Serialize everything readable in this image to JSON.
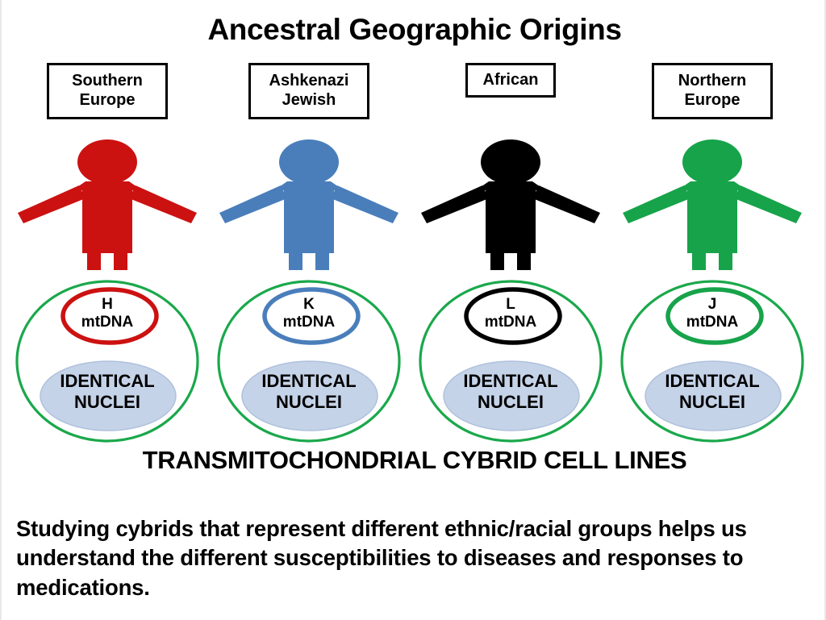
{
  "header": {
    "title": "Ancestral Geographic Origins"
  },
  "banner": {
    "text": "TRANSMITOCHONDRIAL CYBRID CELL LINES"
  },
  "caption": {
    "text": "Studying cybrids that represent different ethnic/racial groups helps us understand the different susceptibilities to diseases and responses to medications."
  },
  "colors": {
    "southern_europe": "#CC1111",
    "ashkenazi_jewish": "#4A7EBB",
    "african": "#000000",
    "northern_europe": "#17A34A",
    "cell_membrane": "#1AA84B",
    "nucleus_fill": "#C5D3E8",
    "nucleus_stroke": "#AFC1DC",
    "text": "#000000",
    "background": "#FFFFFF"
  },
  "columns": [
    {
      "origin_label": "Southern\nEurope",
      "origin_lines": 2,
      "figure_color": "#CC1111",
      "figure_name": "person-figure-southern-europe",
      "haplogroup": "H",
      "mtdna_label": "H\nmtDNA",
      "mtdna_stroke": "#CC1111",
      "nucleus_label": "IDENTICAL\nNUCLEI"
    },
    {
      "origin_label": "Ashkenazi\nJewish",
      "origin_lines": 2,
      "figure_color": "#4A7EBB",
      "figure_name": "person-figure-ashkenazi-jewish",
      "haplogroup": "K",
      "mtdna_label": "K\nmtDNA",
      "mtdna_stroke": "#4A7EBB",
      "nucleus_label": "IDENTICAL\nNUCLEI"
    },
    {
      "origin_label": "African",
      "origin_lines": 1,
      "figure_color": "#000000",
      "figure_name": "person-figure-african",
      "haplogroup": "L",
      "mtdna_label": "L\nmtDNA",
      "mtdna_stroke": "#000000",
      "nucleus_label": "IDENTICAL\nNUCLEI"
    },
    {
      "origin_label": "Northern\nEurope",
      "origin_lines": 2,
      "figure_color": "#17A34A",
      "figure_name": "person-figure-northern-europe",
      "haplogroup": "J",
      "mtdna_label": "J\nmtDNA",
      "mtdna_stroke": "#17A34A",
      "nucleus_label": "IDENTICAL\nNUCLEI"
    }
  ]
}
